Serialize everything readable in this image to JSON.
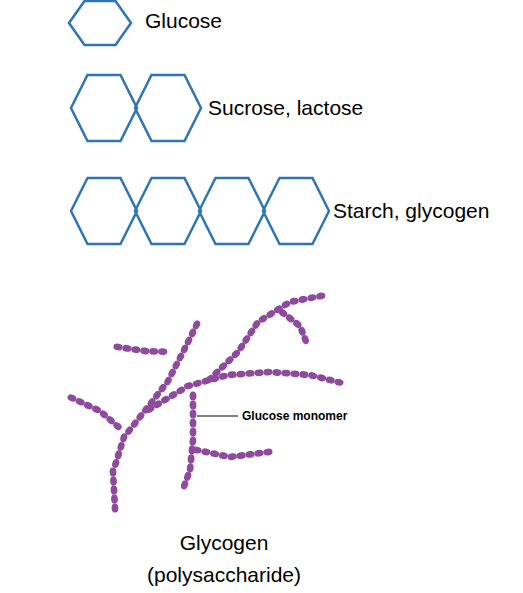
{
  "diagram": {
    "caption": "Glycogen (polysaccharide)",
    "labels": [
      "Glucose",
      "Sucrose, lactose",
      "Starch, glycogen",
      "Glucose monomer"
    ]
  }
}
